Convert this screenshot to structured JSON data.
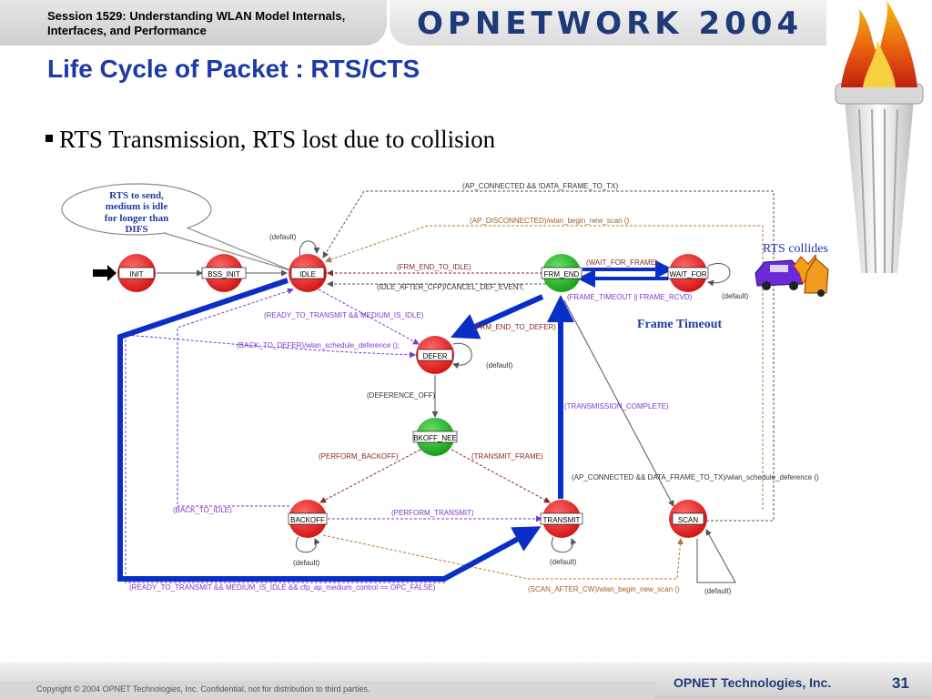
{
  "header": {
    "session_line1": "Session 1529: Understanding WLAN Model Internals,",
    "session_line2": "Interfaces, and Performance",
    "logo": "OPNETWORK 2004"
  },
  "title": "Life Cycle of Packet : RTS/CTS",
  "bullet": "RTS Transmission, RTS lost due to collision",
  "callout": {
    "line1": "RTS to send,",
    "line2": "medium is idle",
    "line3": "for longer than",
    "line4": "DIFS"
  },
  "annotations": {
    "rts_collides": "RTS collides",
    "frame_timeout": "Frame Timeout"
  },
  "states": [
    {
      "id": "INIT",
      "label": "INIT",
      "color": "red"
    },
    {
      "id": "BSS_INIT",
      "label": "BSS_INIT",
      "color": "red"
    },
    {
      "id": "IDLE",
      "label": "IDLE",
      "color": "red"
    },
    {
      "id": "FRM_END",
      "label": "FRM_END",
      "color": "green"
    },
    {
      "id": "WAIT_FOR",
      "label": "WAIT_FOR",
      "color": "red"
    },
    {
      "id": "DEFER",
      "label": "DEFER",
      "color": "red"
    },
    {
      "id": "BKOFF_NEED",
      "label": "BKOFF_NEE",
      "color": "green"
    },
    {
      "id": "BACKOFF",
      "label": "BACKOFF",
      "color": "red"
    },
    {
      "id": "TRANSMIT",
      "label": "TRANSMIT",
      "color": "red"
    },
    {
      "id": "SCAN",
      "label": "SCAN",
      "color": "red"
    }
  ],
  "transitions": {
    "t_ap_connected_idata": "(AP_CONNECTED && !DATA_FRAME_TO_TX)",
    "t_ap_disconnected": "(AP_DISCONNECTED)/wlan_begin_new_scan ()",
    "t_default_idle": "(default)",
    "t_frm_end_to_idle": "(FRM_END_TO_IDLE)",
    "t_wait_for_frame": "(WAIT_FOR_FRAME)",
    "t_idle_after_cfp": "(IDLE_AFTER_CFP)/CANCEL_DEF_EVENT;",
    "t_frame_timeout": "(FRAME_TIMEOUT || FRAME_RCVD)",
    "t_default_wait": "(default)",
    "t_ready_to_transmit": "(READY_TO_TRANSMIT && MEDIUM_IS_IDLE)",
    "t_frm_end_to_defer": "(FRM_END_TO_DEFER)",
    "t_back_to_defer": "(BACK_TO_DEFER)/wlan_schedule_deference ();",
    "t_default_defer": "(default)",
    "t_deference_off": "(DEFERENCE_OFF)",
    "t_transmission_complete": "(TRANSMISSION_COMPLETE)",
    "t_perform_backoff": "(PERFORM_BACKOFF)",
    "t_transmit_frame": "(TRANSMIT_FRAME)",
    "t_ap_connected_data": "(AP_CONNECTED && DATA_FRAME_TO_TX)/wlan_schedule_deference ()",
    "t_back_to_idle": "(BACK_TO_IDLE)",
    "t_perform_transmit": "(PERFORM_TRANSMIT)",
    "t_default_backoff": "(default)",
    "t_default_transmit": "(default)",
    "t_ready_cfp": "(READY_TO_TRANSMIT && MEDIUM_IS_IDLE && cfp_ap_medium_control == OPC_FALSE)",
    "t_scan_after_cw": "(SCAN_AFTER_CW)/wlan_begin_new_scan ()",
    "t_default_scan": "(default)"
  },
  "footer": {
    "copyright": "Copyright © 2004 OPNET Technologies, Inc.  Confidential, not for distribution to third parties.",
    "company": "OPNET Technologies, Inc.",
    "page": "31"
  },
  "colors": {
    "title_blue": "#1e3aa6",
    "highlight_blue": "#0a2fc8",
    "state_red": "#e01818",
    "state_green": "#1fa51f",
    "purple_arrow": "#7a3ad0",
    "brown_arrow": "#b07840"
  },
  "icons": {
    "arrow": "right-arrow-icon",
    "cars": "car-collision-icon",
    "torch": "torch-icon"
  }
}
